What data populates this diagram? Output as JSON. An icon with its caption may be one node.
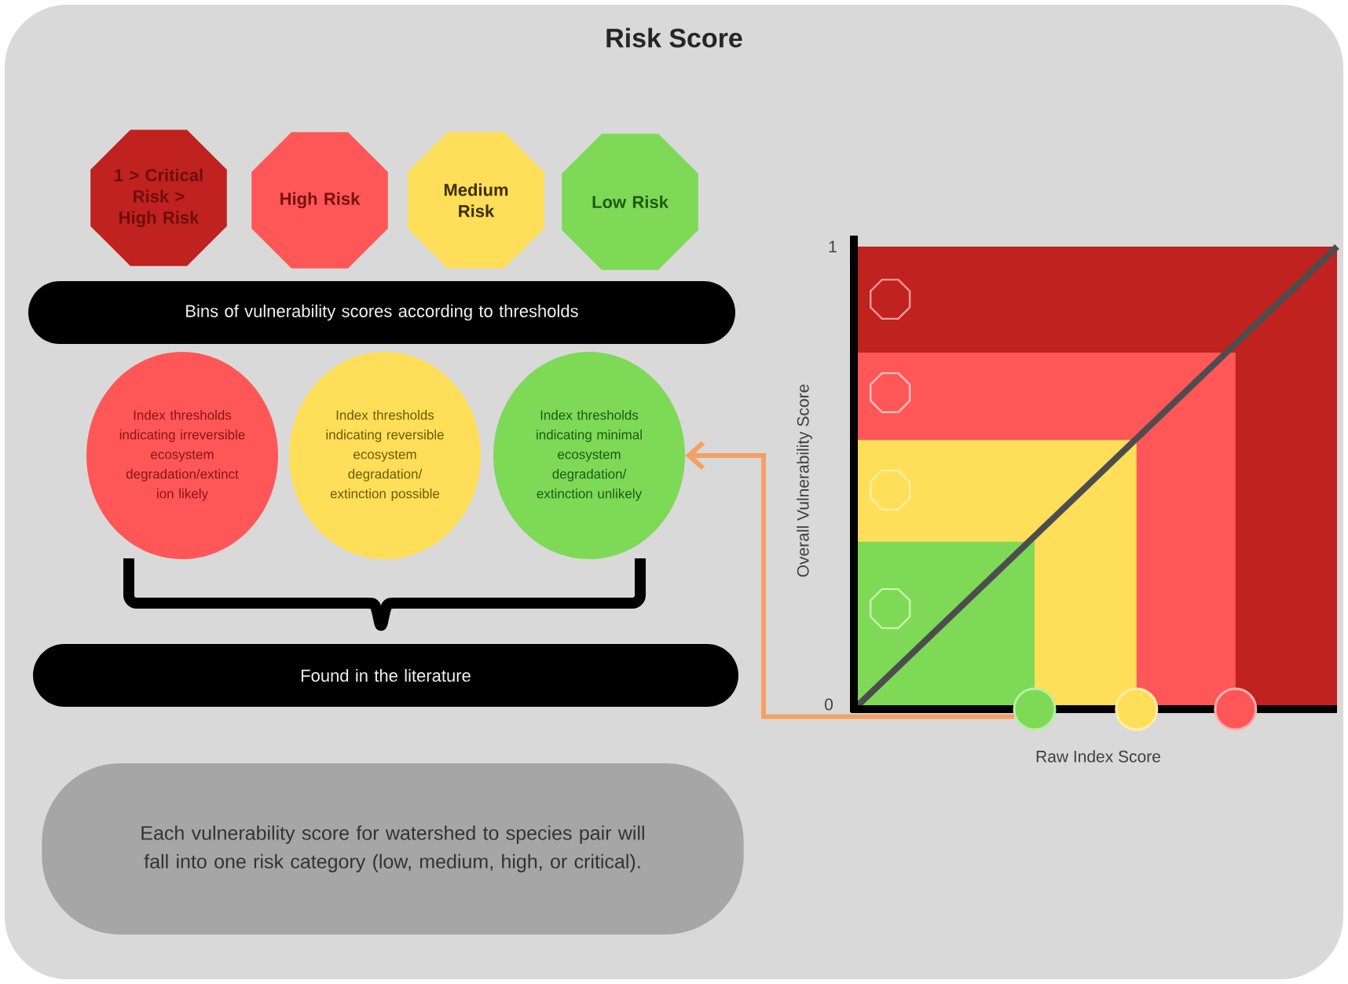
{
  "diagram": {
    "title": "Risk Score",
    "nodes": [
      {
        "text": [
          "1 > Critical Risk > High Risk"
        ]
      },
      {
        "text": [
          "High Risk"
        ]
      },
      {
        "text": [
          "Medium Risk"
        ]
      },
      {
        "text": [
          "Low Risk"
        ]
      },
      {
        "text": [
          "Bins of vulnerability scores according to thresholds"
        ]
      },
      {
        "text": [
          "Index thresholds indicating irreversible ecosystem degradation/extinct ion likely"
        ]
      },
      {
        "text": [
          "Index thresholds indicating reversible ecosystem degradation/ extinction possible"
        ]
      },
      {
        "text": [
          "Index thresholds indicating minimal ecosystem degradation/ extinction unlikely"
        ]
      },
      {
        "text": [
          "Found in the literature"
        ]
      },
      {
        "text": [
          "Each vulnerability score for watershed to species pair will fall into one risk category (low, medium, high, or critical)."
        ]
      },
      {
        "text": [],
        "shape": "circle"
      },
      {
        "text": [],
        "shape": "circle"
      },
      {
        "text": [],
        "shape": "circle"
      }
    ],
    "edges": [
      {
        "from": 10,
        "to": 7,
        "arrow": "to",
        "color": "#f4a063"
      }
    ],
    "labels": [
      "1",
      "0",
      "Overall Vulnerability Score",
      "Raw Index Score"
    ]
  }
}
